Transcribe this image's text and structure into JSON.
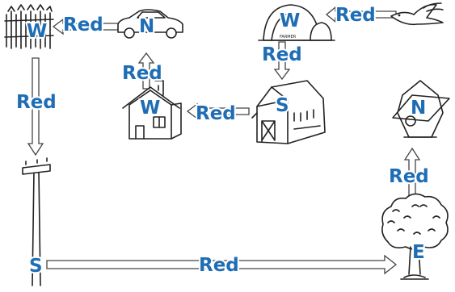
{
  "edges": [
    {
      "id": "fence-car",
      "label": "Red"
    },
    {
      "id": "bird-dome",
      "label": "Red"
    },
    {
      "id": "dome-barn",
      "label": "Red"
    },
    {
      "id": "house-car",
      "label": "Red"
    },
    {
      "id": "fence-pole",
      "label": "Red"
    },
    {
      "id": "barn-house",
      "label": "Red"
    },
    {
      "id": "tree-birdhouse",
      "label": "Red"
    },
    {
      "id": "pole-tree",
      "label": "Red"
    }
  ],
  "nodes": [
    {
      "id": "fence",
      "icon": "fence-icon",
      "letter": "W"
    },
    {
      "id": "car",
      "icon": "car-icon",
      "letter": "N"
    },
    {
      "id": "dome",
      "icon": "dome-icon",
      "letter": "W",
      "sub_text": "FARMER"
    },
    {
      "id": "bird",
      "icon": "bird-icon",
      "letter": ""
    },
    {
      "id": "house",
      "icon": "house-icon",
      "letter": "W"
    },
    {
      "id": "barn",
      "icon": "barn-icon",
      "letter": "S"
    },
    {
      "id": "birdhouse",
      "icon": "birdhouse-icon",
      "letter": "N"
    },
    {
      "id": "pole",
      "icon": "utility-pole-icon",
      "letter": "S"
    },
    {
      "id": "tree",
      "icon": "tree-icon",
      "letter": "E"
    }
  ],
  "colors": {
    "label": "#1f6db4",
    "ink": "#222222",
    "background": "#ffffff"
  }
}
